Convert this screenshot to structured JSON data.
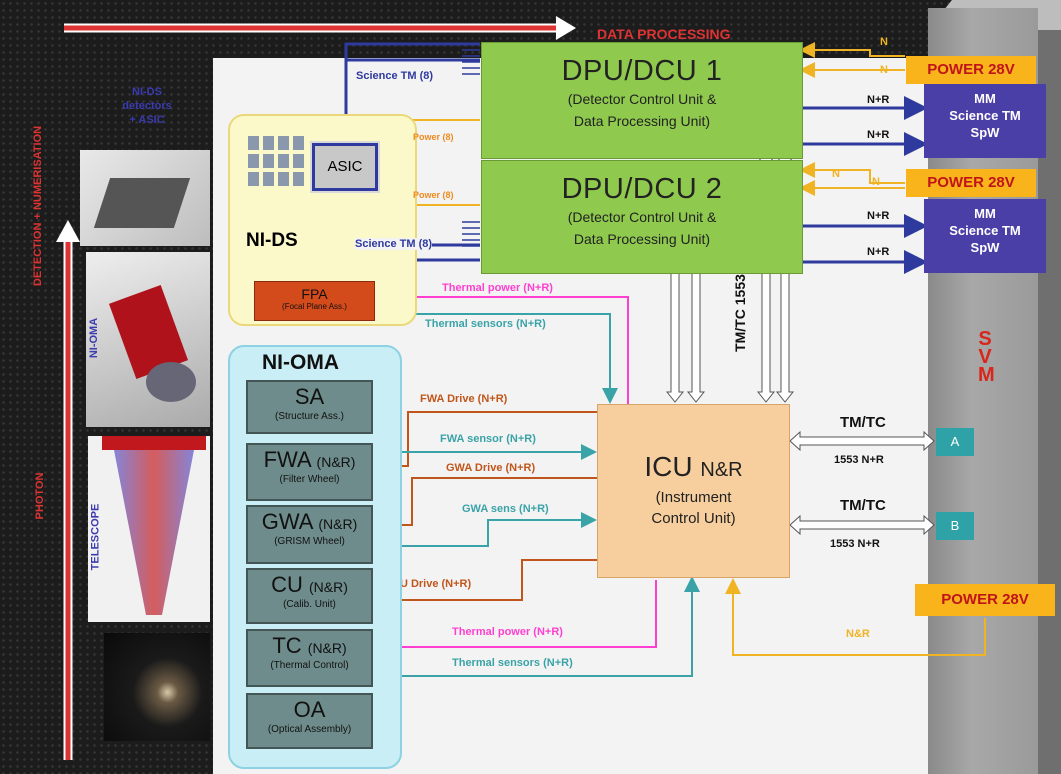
{
  "top_arrow_label": "DATA PROCESSING",
  "left_vertical_1": "DETECTION + NUMERISATION",
  "left_vertical_2": "PHOTON",
  "nids_side_label": "NI-DS\ndetectors\n+ ASIC",
  "thumb_labels": {
    "nioma": "NI-OMA",
    "telescope": "TELESCOPE"
  },
  "dpu1": {
    "title": "DPU/DCU 1",
    "sub1": "(Detector Control Unit &",
    "sub2": "Data Processing Unit)"
  },
  "dpu2": {
    "title": "DPU/DCU 2",
    "sub1": "(Detector Control Unit &",
    "sub2": "Data Processing Unit)"
  },
  "nids": {
    "title": "NI-DS",
    "asic": "ASIC",
    "fpa": "FPA",
    "fpa_sub": "(Focal Plane Ass.)"
  },
  "links": {
    "science_tm_1": "Science TM (8)",
    "science_tm_2": "Science TM (8)",
    "power_1": "Power (8)",
    "power_2": "Power (8)",
    "thermal_power_top": "Thermal power (N+R)",
    "thermal_sensors_top": "Thermal sensors (N+R)",
    "fwa_drive": "FWA Drive (N+R)",
    "fwa_sensor": "FWA sensor (N+R)",
    "gwa_drive": "GWA Drive (N+R)",
    "gwa_sens": "GWA sens (N+R)",
    "cu_drive": "CU Drive (N+R)",
    "thermal_power_bottom": "Thermal power (N+R)",
    "thermal_sensors_bottom": "Thermal sensors (N+R)",
    "tmtc_1553": "TM/TC 1553"
  },
  "nioma": {
    "title": "NI-OMA",
    "boxes": [
      {
        "main": "SA",
        "tag": "",
        "sub": "(Structure Ass.)"
      },
      {
        "main": "FWA",
        "tag": "(N&R)",
        "sub": "(Filter Wheel)"
      },
      {
        "main": "GWA",
        "tag": "(N&R)",
        "sub": "(GRISM Wheel)"
      },
      {
        "main": "CU",
        "tag": "(N&R)",
        "sub": "(Calib. Unit)"
      },
      {
        "main": "TC",
        "tag": "(N&R)",
        "sub": "(Thermal Control)"
      },
      {
        "main": "OA",
        "tag": "",
        "sub": "(Optical Assembly)"
      }
    ]
  },
  "icu": {
    "title": "ICU",
    "tag": "N&R",
    "sub1": "(Instrument",
    "sub2": "Control Unit)"
  },
  "power": [
    "POWER 28V",
    "POWER 28V",
    "POWER 28V"
  ],
  "n_labels": [
    "N",
    "N",
    "N",
    "N"
  ],
  "nr_labels": [
    "N+R",
    "N+R",
    "N+R",
    "N+R"
  ],
  "mm_box": {
    "l1": "MM",
    "l2": "Science TM",
    "l3": "SpW"
  },
  "mm_box2": {
    "l1": "MM",
    "l2": "Science TM",
    "l3": "SpW"
  },
  "tmtc": [
    {
      "top": "TM/TC",
      "bottom": "1553 N+R",
      "port": "A"
    },
    {
      "top": "TM/TC",
      "bottom": "1553 N+R",
      "port": "B"
    }
  ],
  "nr_power_label": "N&R",
  "svm": "SVM",
  "colors": {
    "dpu": "#8fca4f",
    "icu": "#f7cf9e",
    "power": "#f9b31b",
    "mm": "#4a3fa6",
    "science_tm": "#2e3a9e",
    "power_line": "#f0b323",
    "thermal_power": "#ff3fd0",
    "thermal_sensor": "#3aa3a8",
    "drive": "#c0561b",
    "svm_label": "#d9261c"
  }
}
